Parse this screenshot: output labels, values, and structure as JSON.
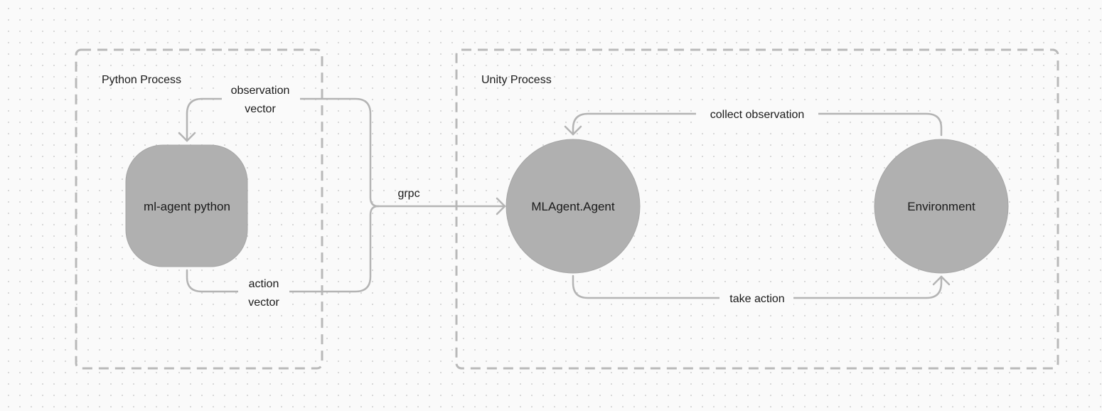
{
  "diagram": {
    "processes": {
      "python": {
        "label": "Python Process"
      },
      "unity": {
        "label": "Unity Process"
      }
    },
    "nodes": {
      "ml_agent_python": {
        "label": "ml-agent python"
      },
      "mlagent_agent": {
        "label": "MLAgent.Agent"
      },
      "environment": {
        "label": "Environment"
      }
    },
    "edges": {
      "observation_vector": {
        "line1": "observation",
        "line2": "vector"
      },
      "action_vector": {
        "line1": "action",
        "line2": "vector"
      },
      "grpc": {
        "label": "grpc"
      },
      "collect_observation": {
        "label": "collect observation"
      },
      "take_action": {
        "label": "take action"
      }
    },
    "colors": {
      "background": "#fafafa",
      "grid_dot": "#d6d6d6",
      "node_fill": "#b0b0b0",
      "connector": "#b4b4b4",
      "process_border": "#b9b9b9",
      "text": "#1a1a1a"
    }
  }
}
